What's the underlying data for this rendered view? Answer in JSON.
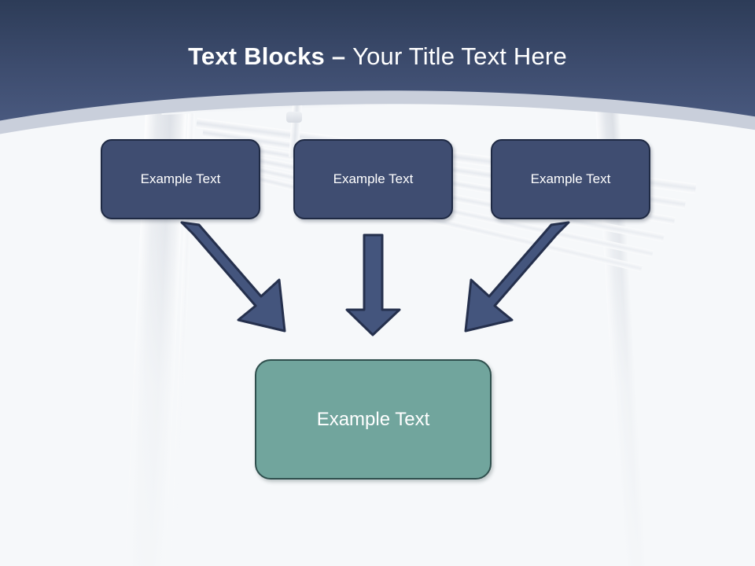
{
  "slide": {
    "title": {
      "bold_part": "Text Blocks",
      "separator": " – ",
      "light_part": "Your Title Text Here",
      "full": "Text Blocks – Your Title Text Here"
    },
    "colors": {
      "header_gradient_top": "#2b3a55",
      "header_gradient_bottom": "#4a5a80",
      "arc_band": "#c9cfdb",
      "slide_background": "#f6f8fa",
      "box_fill": "#3f4d71",
      "box_border": "#1f2a44",
      "result_fill": "#71a59d",
      "result_border": "#2f4f4d",
      "arrow_fill": "#44557d",
      "arrow_border": "#25304d",
      "title_text": "#ffffff"
    }
  },
  "diagram": {
    "type": "convergence",
    "source_boxes": [
      {
        "id": "box1",
        "label": "Example Text"
      },
      {
        "id": "box2",
        "label": "Example Text"
      },
      {
        "id": "box3",
        "label": "Example Text"
      }
    ],
    "result_box": {
      "id": "result",
      "label": "Example Text"
    },
    "arrows": [
      {
        "id": "arrow-left",
        "direction": "down-right",
        "from": "box1",
        "to": "result"
      },
      {
        "id": "arrow-middle",
        "direction": "down",
        "from": "box2",
        "to": "result"
      },
      {
        "id": "arrow-right",
        "direction": "down-left",
        "from": "box3",
        "to": "result"
      }
    ]
  }
}
